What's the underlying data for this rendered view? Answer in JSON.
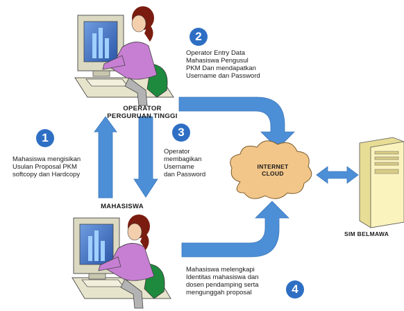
{
  "colors": {
    "arrow": "#4d8fd6",
    "badge": "#2e6fc4",
    "cloud": "#f2c689",
    "server": "#fbf3bd",
    "person_shirt": "#c77fd3",
    "hair": "#7a1c10",
    "monitor": "#dcd9c2",
    "screen": "#3f70c0"
  },
  "icons": {
    "operator": "woman-at-computer-icon",
    "student": "woman-at-computer-icon",
    "internet": "cloud-icon",
    "server": "server-tower-icon"
  },
  "steps": [
    {
      "number": "1",
      "lines": [
        "Mahasiswa mengisikan",
        "Usulan Proposal PKM",
        "softcopy dan Hardcopy"
      ]
    },
    {
      "number": "2",
      "lines": [
        "Operator Entry Data",
        "Mahasiswa Pengusul",
        "PKM Dan mendapatkan",
        "Username dan Password"
      ]
    },
    {
      "number": "3",
      "lines": [
        "Operator",
        "membagikan",
        "Username",
        "dan Password"
      ]
    },
    {
      "number": "4",
      "lines": [
        "Mahasiswa melengkapi",
        "Identitas mahasiswa dan",
        "dosen pendamping serta",
        "mengunggah proposal"
      ]
    }
  ],
  "nodes": {
    "operator_line1": "OPERATOR",
    "operator_line2": "PERGURUAN TINGGI",
    "mahasiswa": "MAHASISWA",
    "cloud_line1": "INTERNET",
    "cloud_line2": "CLOUD",
    "server": "SIM BELMAWA"
  }
}
